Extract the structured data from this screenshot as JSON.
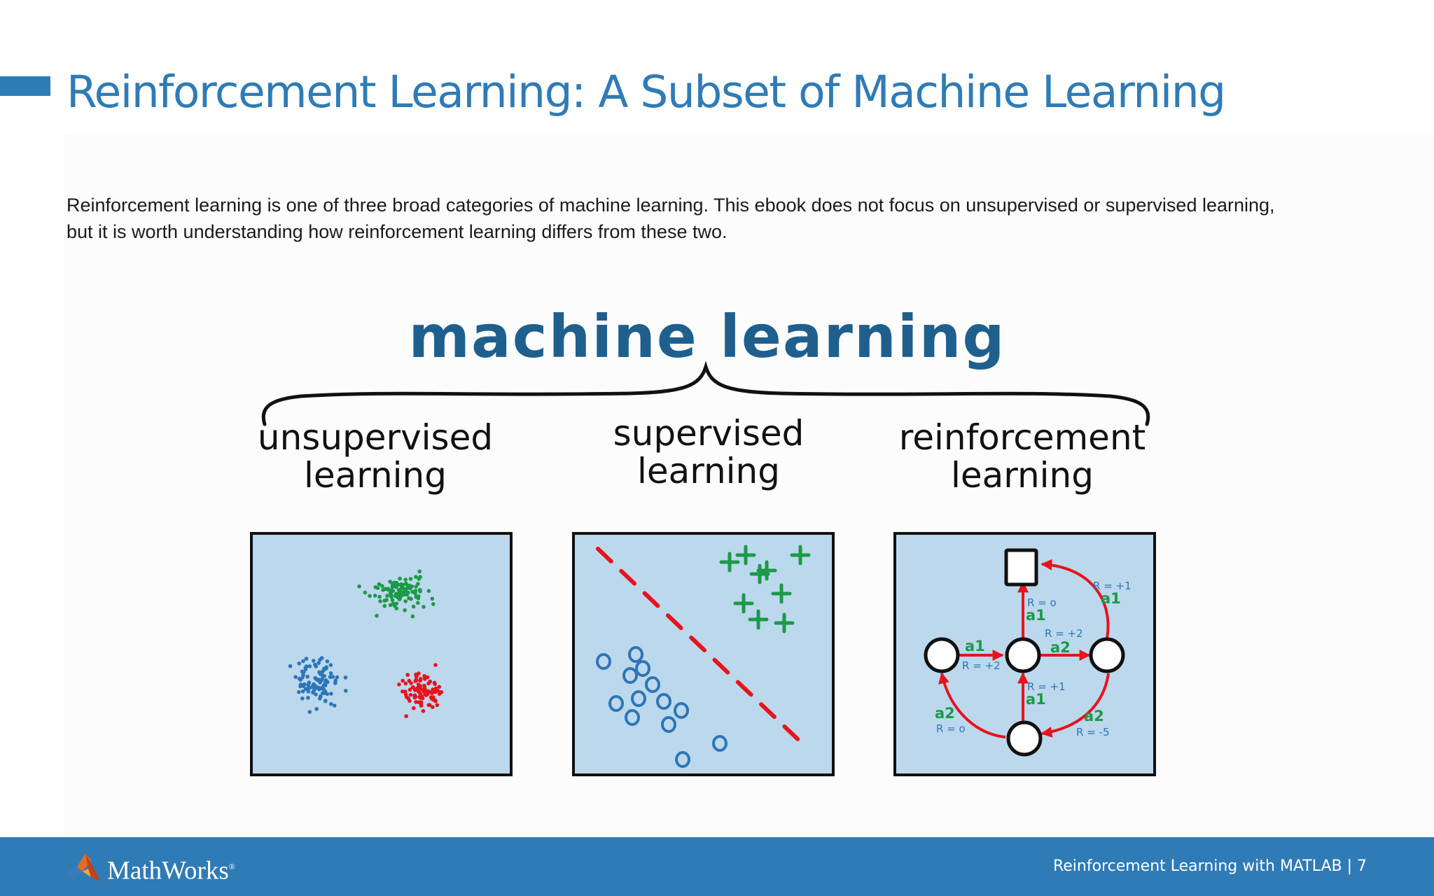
{
  "header": {
    "title": "Reinforcement Learning: A Subset of Machine Learning"
  },
  "intro": {
    "line1": "Reinforcement learning is one of three broad categories of machine learning. This ebook does not focus on unsupervised or supervised learning,",
    "line2": "but it is worth understanding how reinforcement learning differs from these two."
  },
  "figure": {
    "main_label": "machine learning",
    "categories": [
      {
        "line1": "unsupervised",
        "line2": "learning"
      },
      {
        "line1": "supervised",
        "line2": "learning"
      },
      {
        "line1": "reinforcement",
        "line2": "learning"
      }
    ],
    "supervised_panel": {
      "class_a_symbol": "+",
      "class_b_symbol": "o"
    },
    "rl_panel": {
      "labels": {
        "r_plus1_top": "R = +1",
        "a1_top": "a1",
        "r0_up": "R = o",
        "a1_up": "a1",
        "r_plus2_mid": "R = +2",
        "a2_mid": "a2",
        "a1_left": "a1",
        "r_plus2_left": "R = +2",
        "r_plus1_down": "R = +1",
        "a1_down": "a1",
        "a2_bl": "a2",
        "r0_bl": "R = o",
        "a2_br": "a2",
        "r_minus5_br": "R = -5"
      }
    },
    "colors": {
      "panel_fill": "#bcd8ed",
      "blue": "#2e75b6",
      "green": "#1b9a47",
      "red": "#e8131b",
      "ink": "#111111",
      "title_ink": "#1f5f8e"
    }
  },
  "footer": {
    "brand": "MathWorks",
    "registered": "®",
    "right_text": "Reinforcement Learning with MATLAB | 7"
  }
}
